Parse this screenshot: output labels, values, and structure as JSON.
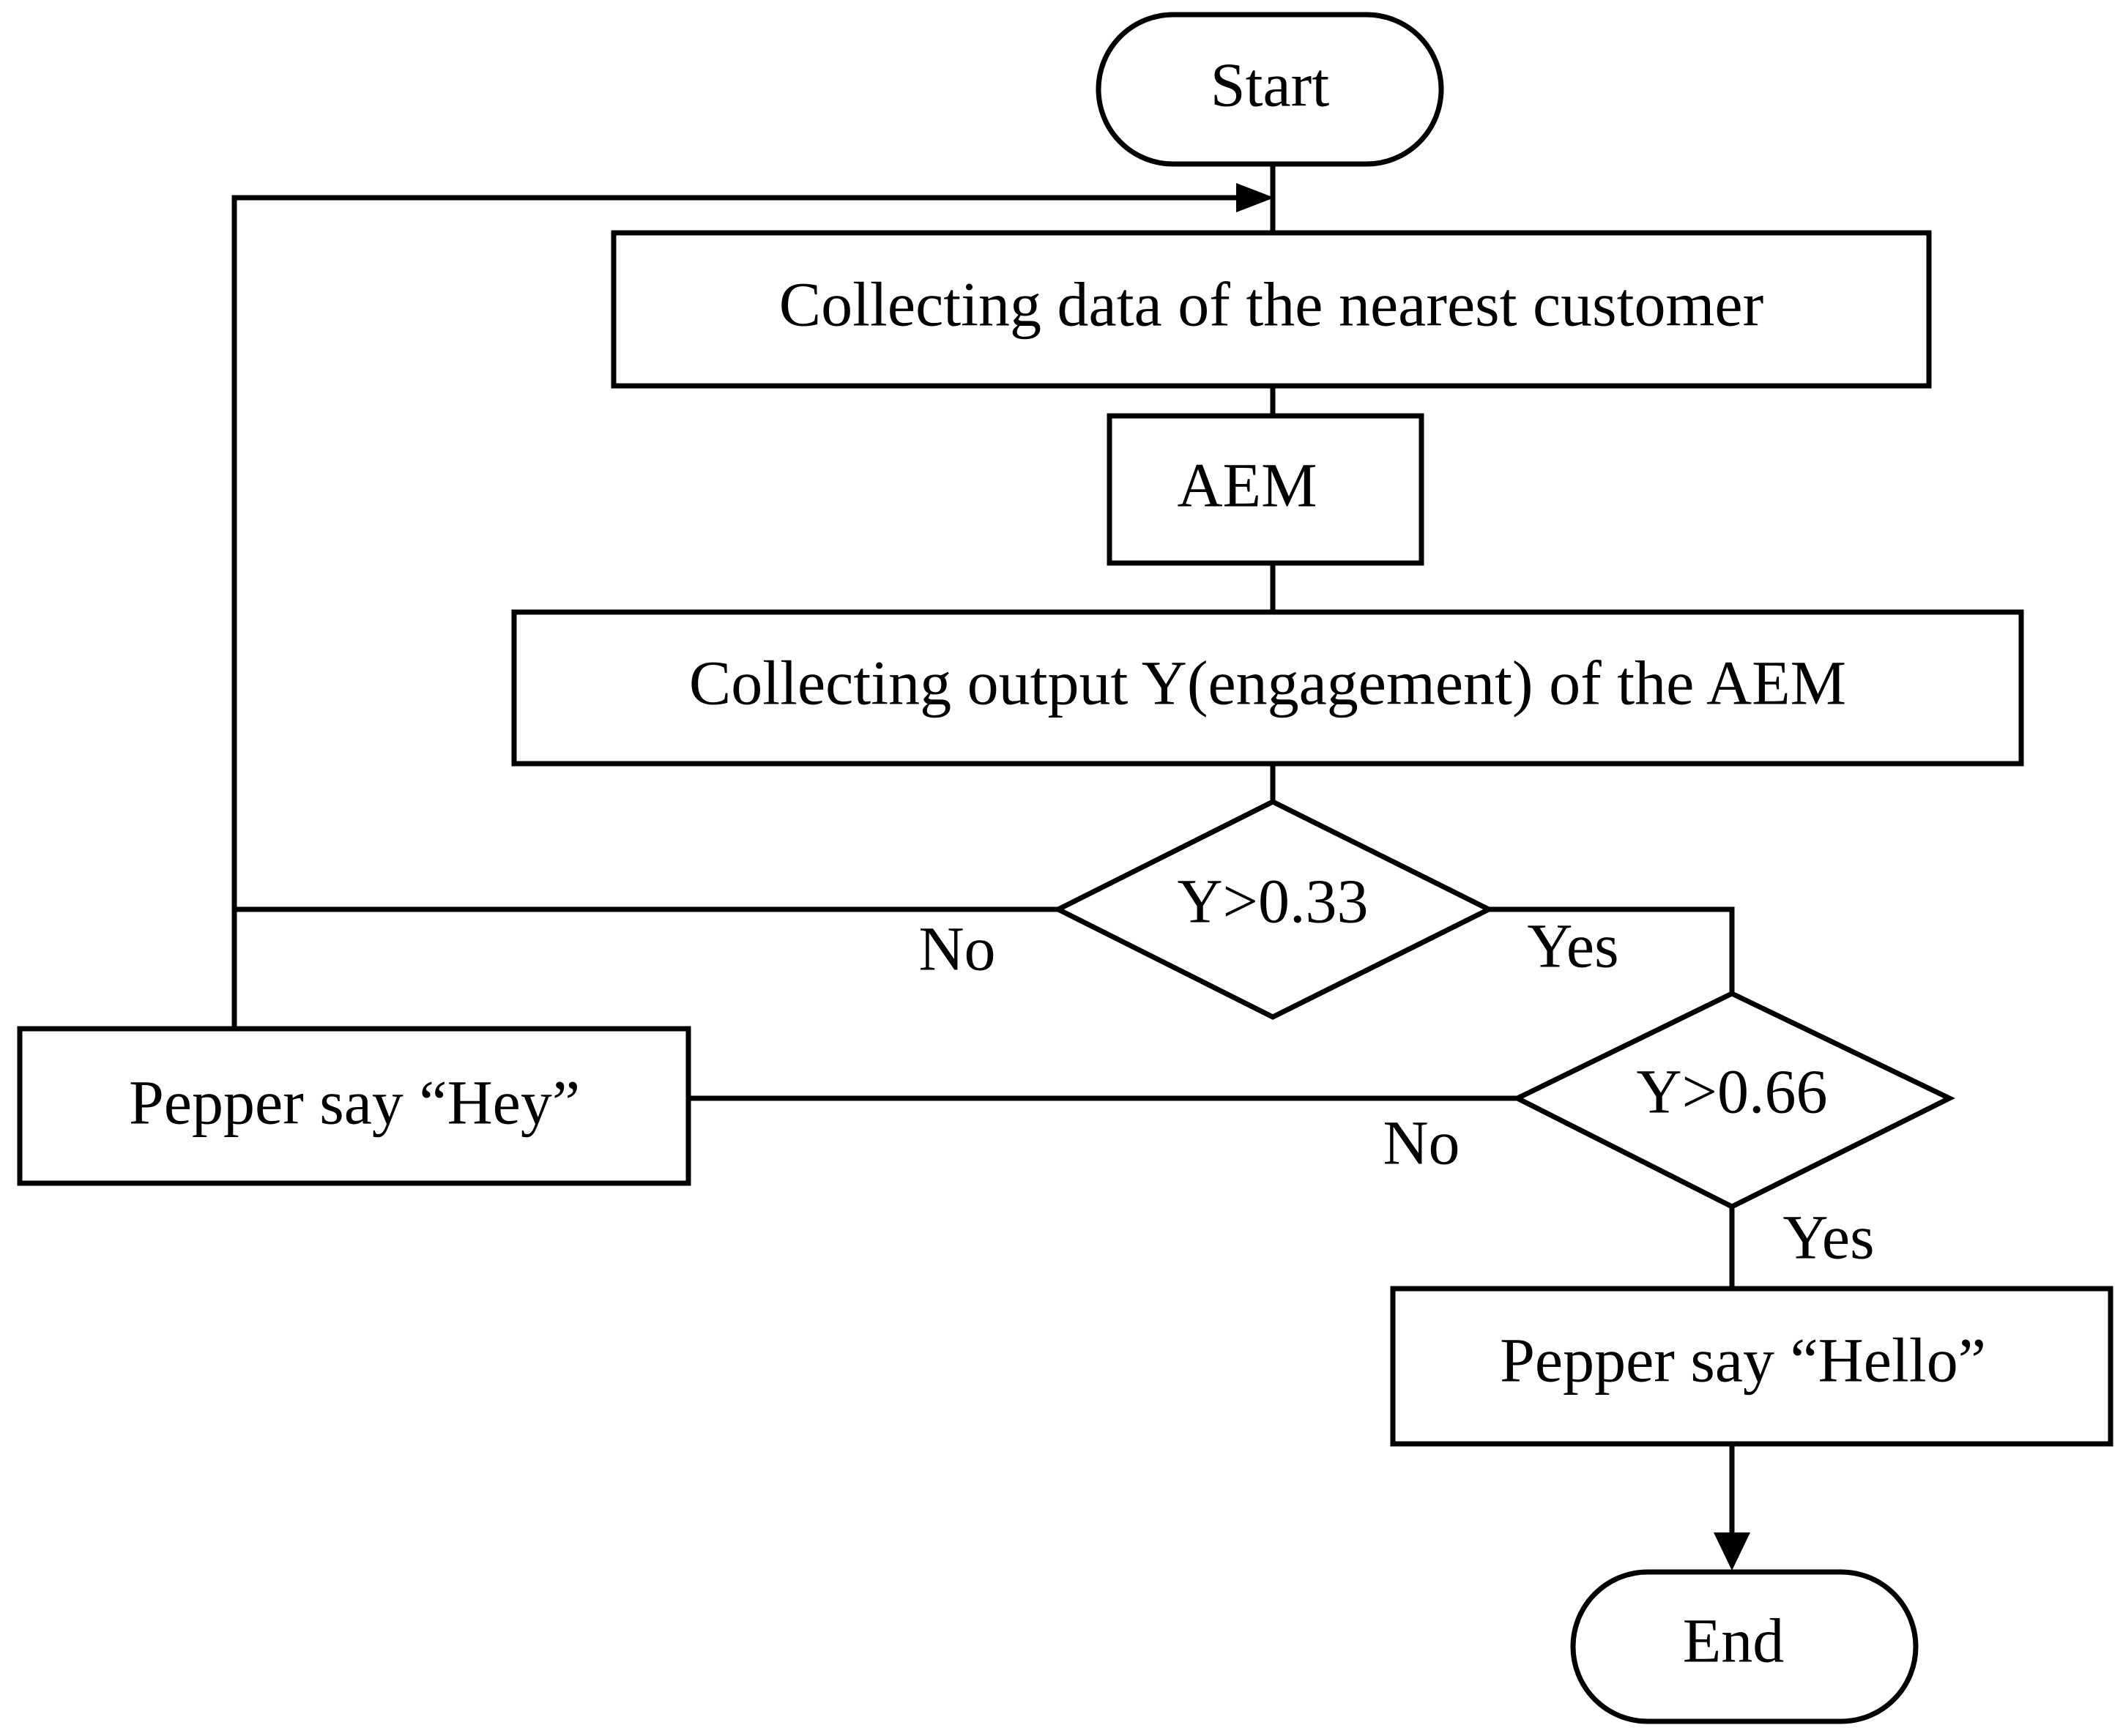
{
  "nodes": {
    "start": "Start",
    "collect_data": "Collecting data of the nearest customer",
    "aem": "AEM",
    "collect_output": "Collecting output Y(engagement) of the AEM",
    "decision_1": "Y>0.33",
    "pepper_hey": "Pepper say “Hey”",
    "decision_2": "Y>0.66",
    "pepper_hello": "Pepper say “Hello”",
    "end": "End"
  },
  "edges": {
    "d1_no": "No",
    "d1_yes": "Yes",
    "d2_no": "No",
    "d2_yes": "Yes"
  }
}
